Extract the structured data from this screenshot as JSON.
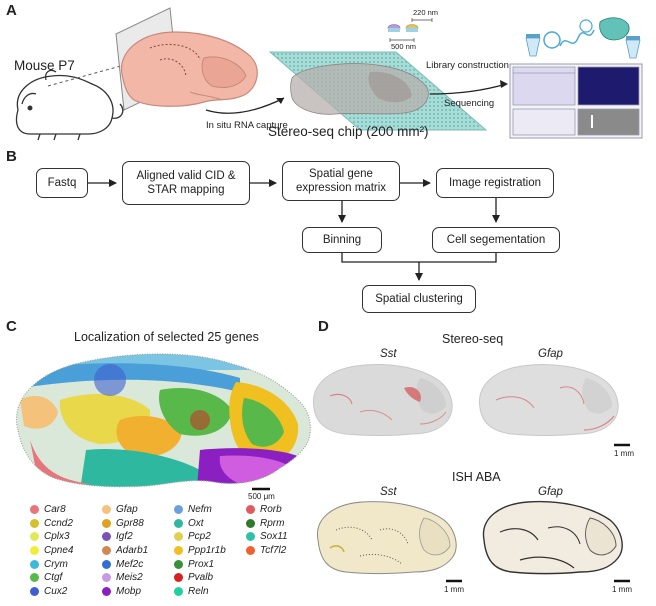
{
  "panels": {
    "a": "A",
    "b": "B",
    "c": "C",
    "d": "D"
  },
  "panel_a": {
    "mouse_label": "Mouse P7",
    "capture_label": "In situ RNA capture",
    "chip_label": "Stereo-seq chip (200 mm²)",
    "dim_220": "220 nm",
    "dim_500": "500 nm",
    "library_label": "Library construction",
    "sequencing_label": "Sequencing",
    "colors": {
      "brain": "#f3b7a8",
      "chip": "#9fd8d3",
      "flowcell_dark": "#1e1b6e",
      "flowcell_light": "#dcd8ef",
      "flowcell_gray": "#8a8a8a"
    }
  },
  "panel_b": {
    "fastq": "Fastq",
    "aligned": "Aligned valid CID & STAR mapping",
    "spatial_matrix": "Spatial gene expression matrix",
    "image_registration": "Image registration",
    "binning": "Binning",
    "cell_segmentation": "Cell segementation",
    "spatial_clustering": "Spatial clustering"
  },
  "panel_c": {
    "title": "Localization of  selected 25 genes",
    "scale_label": "500 μm",
    "genes": [
      {
        "name": "Car8",
        "color": "#e8747c"
      },
      {
        "name": "Ccnd2",
        "color": "#d4c02a"
      },
      {
        "name": "Cplx3",
        "color": "#e3e85a"
      },
      {
        "name": "Cpne4",
        "color": "#f2ec3a"
      },
      {
        "name": "Crym",
        "color": "#3fb9d9"
      },
      {
        "name": "Ctgf",
        "color": "#58b84a"
      },
      {
        "name": "Cux2",
        "color": "#3f5fd0"
      },
      {
        "name": "Gfap",
        "color": "#f4c27a"
      },
      {
        "name": "Gpr88",
        "color": "#e0a020"
      },
      {
        "name": "Igf2",
        "color": "#7a52b8"
      },
      {
        "name": "Adarb1",
        "color": "#d08a50"
      },
      {
        "name": "Mef2c",
        "color": "#2f6fd6"
      },
      {
        "name": "Meis2",
        "color": "#c99ae0"
      },
      {
        "name": "Mobp",
        "color": "#8b1fc2"
      },
      {
        "name": "Nefm",
        "color": "#6aa0dc"
      },
      {
        "name": "Oxt",
        "color": "#2fb8a0"
      },
      {
        "name": "Pcp2",
        "color": "#e0d050"
      },
      {
        "name": "Ppp1r1b",
        "color": "#f0c020"
      },
      {
        "name": "Prox1",
        "color": "#3a8f3a"
      },
      {
        "name": "Pvalb",
        "color": "#d82020"
      },
      {
        "name": "Reln",
        "color": "#20d0a0"
      },
      {
        "name": "Rorb",
        "color": "#e05c5c"
      },
      {
        "name": "Rprm",
        "color": "#2f7a2f"
      },
      {
        "name": "Sox11",
        "color": "#2fc0a8"
      },
      {
        "name": "Tcf7l2",
        "color": "#f06030"
      }
    ]
  },
  "panel_d": {
    "stereo_title": "Stereo-seq",
    "ish_title": "ISH ABA",
    "gene_sst": "Sst",
    "gene_gfap": "Gfap",
    "scale_1mm": "1 mm"
  }
}
